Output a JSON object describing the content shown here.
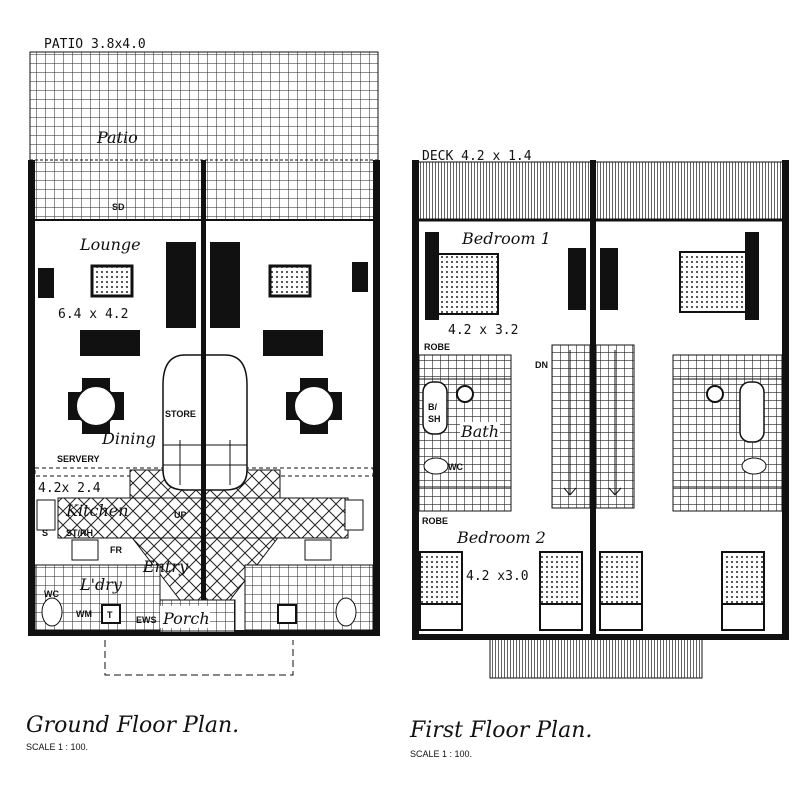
{
  "ground_floor": {
    "patio_dim": "PATIO 3.8x4.0",
    "patio": "Patio",
    "sd": "SD",
    "lounge": "Lounge",
    "lounge_dim": "6.4 x 4.2",
    "store": "STORE",
    "dining": "Dining",
    "servery": "SERVERY",
    "kitchen_dim": "4.2x 2.4",
    "kitchen": "Kitchen",
    "up": "UP",
    "st_rh": "ST/RH",
    "s": "S",
    "fr": "FR",
    "entry": "Entry",
    "laundry": "L'dry",
    "wc": "WC",
    "wm": "WM",
    "t": "T",
    "ews": "EWS",
    "porch": "Porch",
    "title": "Ground Floor Plan.",
    "scale": "SCALE 1 : 100."
  },
  "first_floor": {
    "deck_dim": "DECK 4.2 x 1.4",
    "bedroom1": "Bedroom 1",
    "bedroom1_dim": "4.2 x 3.2",
    "robe1": "ROBE",
    "dn": "DN",
    "bsh": "B/",
    "bsh2": "SH",
    "bath": "Bath",
    "wc": "WC",
    "robe2": "ROBE",
    "bedroom2": "Bedroom 2",
    "bedroom2_dim": "4.2 x3.0",
    "title": "First Floor Plan.",
    "scale": "SCALE 1 : 100."
  }
}
